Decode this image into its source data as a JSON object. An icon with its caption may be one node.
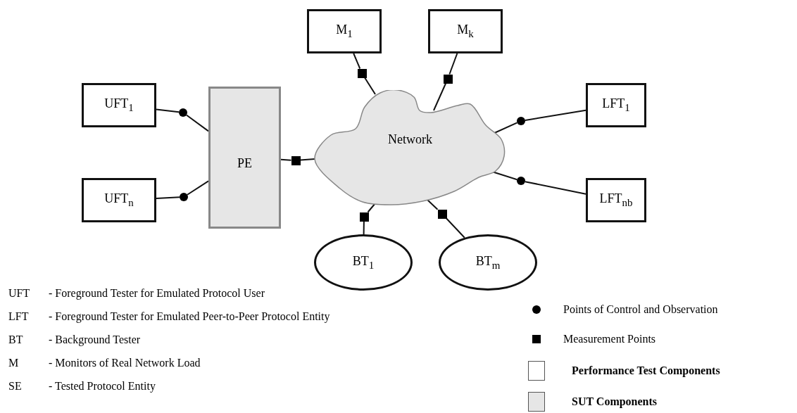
{
  "diagram": {
    "nodes": [
      {
        "text": [
          "M$_{1}$"
        ]
      },
      {
        "text": [
          "M$_{k}$"
        ]
      },
      {
        "text": [
          "UFT$_{1}$"
        ]
      },
      {
        "text": [
          "UFT$_{n}$"
        ]
      },
      {
        "text": [
          "PE"
        ]
      },
      {
        "text": [
          "Network"
        ]
      },
      {
        "text": [
          "LFT$_{1}$"
        ]
      },
      {
        "text": [
          "LFT$_{nb}$"
        ]
      },
      {
        "text": [
          "BT$_{1}$"
        ]
      },
      {
        "text": [
          "BT$_{m}$"
        ]
      },
      {
        "text": [],
        "shape": "circle"
      },
      {
        "text": [],
        "shape": "circle"
      },
      {
        "text": [],
        "shape": "box"
      },
      {
        "text": [],
        "shape": "box"
      },
      {
        "text": [],
        "shape": "box"
      },
      {
        "text": [],
        "shape": "circle"
      },
      {
        "text": [],
        "shape": "circle"
      },
      {
        "text": [],
        "shape": "box"
      },
      {
        "text": [],
        "shape": "box"
      }
    ],
    "edges": [
      {
        "from": 2,
        "to": 10,
        "arrow": "none"
      },
      {
        "from": 10,
        "to": 4,
        "arrow": "none"
      },
      {
        "from": 3,
        "to": 11,
        "arrow": "none"
      },
      {
        "from": 11,
        "to": 4,
        "arrow": "none"
      },
      {
        "from": 4,
        "to": 12,
        "arrow": "none"
      },
      {
        "from": 12,
        "to": 5,
        "arrow": "none"
      },
      {
        "from": 0,
        "to": 13,
        "arrow": "none"
      },
      {
        "from": 13,
        "to": 5,
        "arrow": "none"
      },
      {
        "from": 1,
        "to": 14,
        "arrow": "none"
      },
      {
        "from": 14,
        "to": 5,
        "arrow": "none"
      },
      {
        "from": 5,
        "to": 15,
        "arrow": "none"
      },
      {
        "from": 15,
        "to": 6,
        "arrow": "none"
      },
      {
        "from": 5,
        "to": 16,
        "arrow": "none"
      },
      {
        "from": 16,
        "to": 7,
        "arrow": "none"
      },
      {
        "from": 5,
        "to": 17,
        "arrow": "none"
      },
      {
        "from": 17,
        "to": 8,
        "arrow": "none"
      },
      {
        "from": 5,
        "to": 18,
        "arrow": "none"
      },
      {
        "from": 18,
        "to": 9,
        "arrow": "none"
      }
    ],
    "labels": [
      "UFT",
      "- Foreground Tester for Emulated Protocol User",
      "LFT",
      "- Foreground Tester for Emulated Peer-to-Peer Protocol Entity",
      "BT",
      "- Background Tester",
      "M",
      "- Monitors of Real Network Load",
      "SE",
      "- Tested Protocol Entity"
    ],
    "legend": [
      {
        "text": "Points of Control and Observation"
      },
      {
        "text": "Measurement Points"
      },
      {
        "text": "Performance Test Components",
        "color": "#ffffff"
      },
      {
        "text": "SUT Components",
        "color": "#e6e6e6"
      }
    ]
  }
}
